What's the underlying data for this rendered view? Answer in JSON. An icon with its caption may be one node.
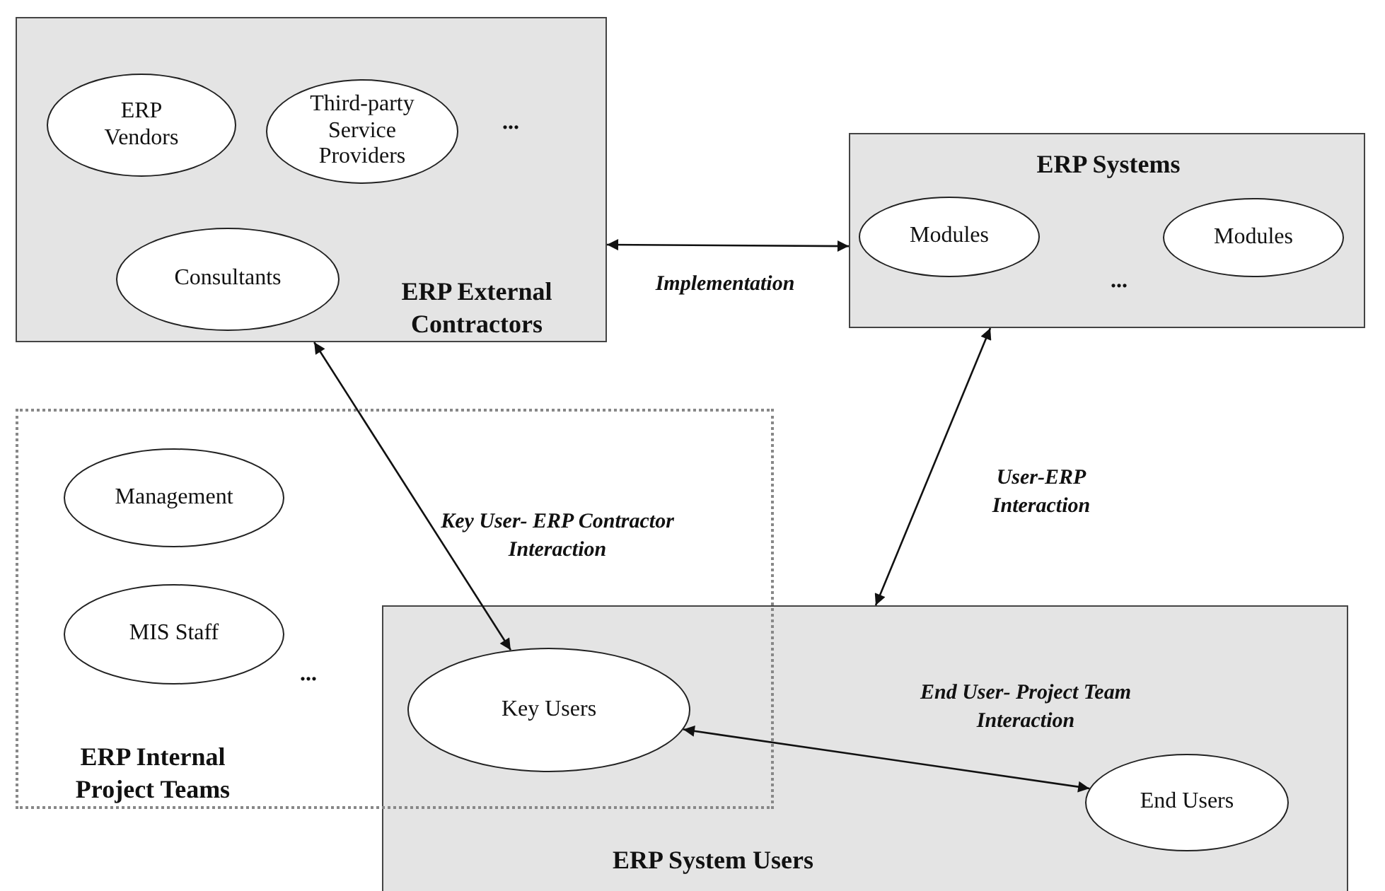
{
  "diagram": {
    "nodes": [
      {
        "text": [
          "ERP External Contractors"
        ]
      },
      {
        "text": [
          "ERP Vendors"
        ],
        "in": 0
      },
      {
        "text": [
          "Third-party Service Providers"
        ],
        "in": 0
      },
      {
        "text": [
          "Consultants"
        ],
        "in": 0
      },
      {
        "text": [
          "ERP Systems"
        ]
      },
      {
        "text": [
          "Modules"
        ],
        "in": 4
      },
      {
        "text": [
          "Modules"
        ],
        "in": 4
      },
      {
        "text": [
          "ERP Internal Project Teams"
        ]
      },
      {
        "text": [
          "Management"
        ],
        "in": 7
      },
      {
        "text": [
          "MIS Staff"
        ],
        "in": 7
      },
      {
        "text": [
          "ERP System Users"
        ]
      },
      {
        "text": [
          "Key Users"
        ]
      },
      {
        "text": [
          "End Users"
        ],
        "in": 10
      }
    ],
    "edges": [
      {
        "from": 0,
        "to": 4,
        "arrow": "both",
        "label": "Implementation"
      },
      {
        "from": 0,
        "to": 11,
        "arrow": "both",
        "label": "Key User- ERP Contractor Interaction"
      },
      {
        "from": 4,
        "to": 10,
        "arrow": "both",
        "label": "User-ERP Interaction"
      },
      {
        "from": 11,
        "to": 12,
        "arrow": "both",
        "label": "End User- Project Team Interaction"
      }
    ],
    "labels": [
      "...",
      "...",
      "..."
    ]
  }
}
